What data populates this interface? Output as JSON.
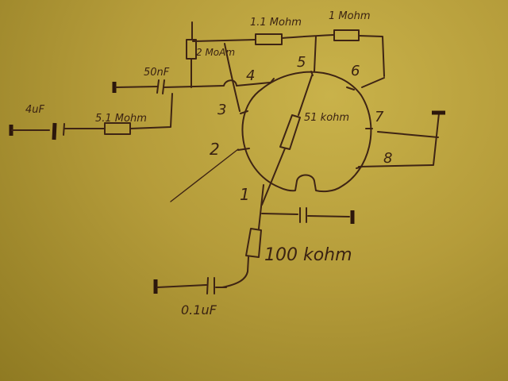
{
  "diagram": {
    "title": "",
    "paper_color": "#b59c3a",
    "ink_color": "#3e2414",
    "socket": {
      "shape": "circle-with-key",
      "pins": [
        {
          "number": "1",
          "label": "1"
        },
        {
          "number": "2",
          "label": "2"
        },
        {
          "number": "3",
          "label": "3"
        },
        {
          "number": "4",
          "label": "4"
        },
        {
          "number": "5",
          "label": "5"
        },
        {
          "number": "6",
          "label": "6"
        },
        {
          "number": "7",
          "label": "7"
        },
        {
          "number": "8",
          "label": "8"
        }
      ]
    },
    "components": {
      "r_1_1m": {
        "type": "resistor",
        "label": "1.1 Mohm"
      },
      "r_1m": {
        "type": "resistor",
        "label": "1 Mohm"
      },
      "r_2m": {
        "type": "resistor",
        "label": "2 MoAm"
      },
      "c_50nf": {
        "type": "capacitor",
        "label": "50nF"
      },
      "c_4uf": {
        "type": "capacitor",
        "label": "4uF"
      },
      "r_5_1m": {
        "type": "resistor",
        "label": "5.1 Mohm"
      },
      "r_51k": {
        "type": "resistor",
        "label": "51 kohm"
      },
      "r_100k": {
        "type": "resistor",
        "label": "100 kohm"
      },
      "c_0_1uf": {
        "type": "capacitor",
        "label": "0.1uF"
      },
      "c_pin1": {
        "type": "capacitor",
        "label": ""
      }
    },
    "terminals": [
      "terminal-left-4uf",
      "terminal-50nf",
      "terminal-right-pin7-8",
      "terminal-pin1-cap",
      "terminal-0-1uf"
    ]
  }
}
